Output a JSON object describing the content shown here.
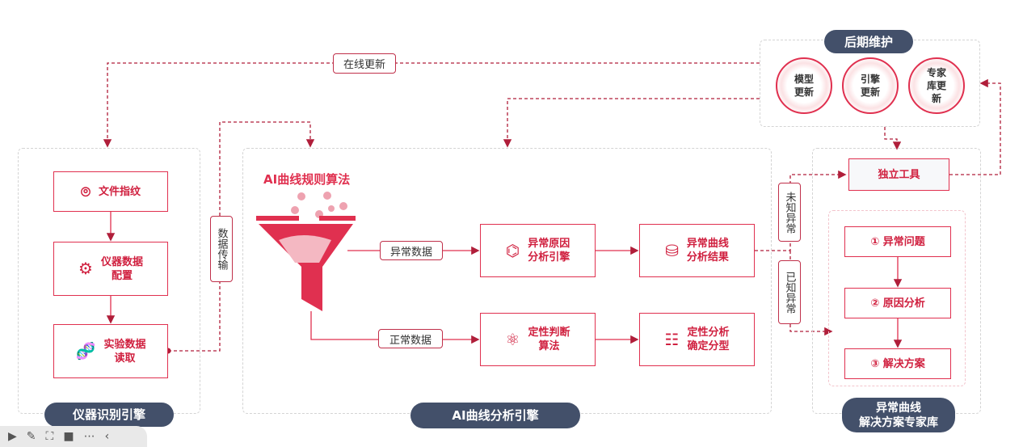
{
  "online_update": "在线更新",
  "data_transfer": "数据传输",
  "left": {
    "title": "仪器识别引擎",
    "nodes": [
      "文件指纹",
      "仪器数据\n配置",
      "实验数据\n读取"
    ]
  },
  "middle": {
    "title": "AI曲线分析引擎",
    "algo_title": "AI曲线规则算法",
    "abnormal_label": "异常数据",
    "normal_label": "正常数据",
    "nodes": [
      "异常原因\n分析引擎",
      "异常曲线\n分析结果",
      "定性判断\n算法",
      "定性分析\n确定分型"
    ]
  },
  "unknown": "未知异常",
  "known": "已知异常",
  "maintenance": {
    "title": "后期维护",
    "items": [
      "模型\n更新",
      "引擎\n更新",
      "专家\n库更\n新"
    ]
  },
  "right": {
    "title": "异常曲线\n解决方案专家库",
    "tool": "独立工具",
    "steps": [
      "① 异常问题",
      "② 原因分析",
      "③ 解决方案"
    ]
  },
  "colors": {
    "accent": "#e0304f",
    "pill": "#43506a"
  }
}
